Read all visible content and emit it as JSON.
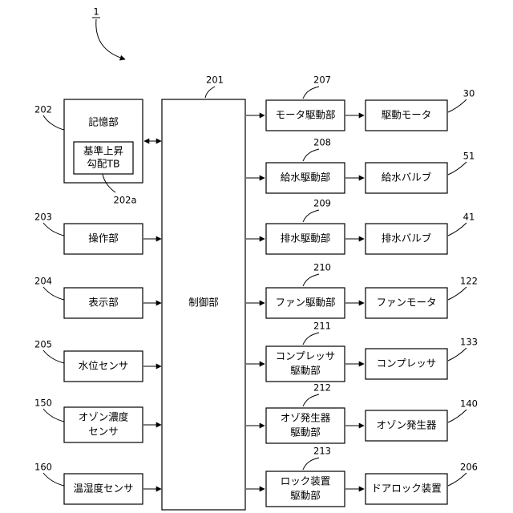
{
  "figure_ref": "1",
  "controller": {
    "label": "制御部",
    "ref": "201"
  },
  "storage": {
    "label": "記憶部",
    "ref": "202",
    "sub_label_1": "基準上昇",
    "sub_label_2": "勾配TB",
    "sub_ref": "202a"
  },
  "inputs": [
    {
      "label": "操作部",
      "ref": "203"
    },
    {
      "label": "表示部",
      "ref": "204"
    },
    {
      "label": "水位センサ",
      "ref": "205"
    },
    {
      "label_1": "オゾン濃度",
      "label_2": "センサ",
      "ref": "150"
    },
    {
      "label": "温湿度センサ",
      "ref": "160"
    }
  ],
  "drivers": [
    {
      "label": "モータ駆動部",
      "ref": "207"
    },
    {
      "label": "給水駆動部",
      "ref": "208"
    },
    {
      "label": "排水駆動部",
      "ref": "209"
    },
    {
      "label": "ファン駆動部",
      "ref": "210"
    },
    {
      "label_1": "コンプレッサ",
      "label_2": "駆動部",
      "ref": "211"
    },
    {
      "label_1": "オゾ発生器",
      "label_2": "駆動部",
      "ref": "212"
    },
    {
      "label_1": "ロック装置",
      "label_2": "駆動部",
      "ref": "213"
    }
  ],
  "devices": [
    {
      "label": "駆動モータ",
      "ref": "30"
    },
    {
      "label": "給水バルブ",
      "ref": "51"
    },
    {
      "label": "排水バルブ",
      "ref": "41"
    },
    {
      "label": "ファンモータ",
      "ref": "122"
    },
    {
      "label": "コンプレッサ",
      "ref": "133"
    },
    {
      "label": "オゾン発生器",
      "ref": "140"
    },
    {
      "label": "ドアロック装置",
      "ref": "206"
    }
  ]
}
